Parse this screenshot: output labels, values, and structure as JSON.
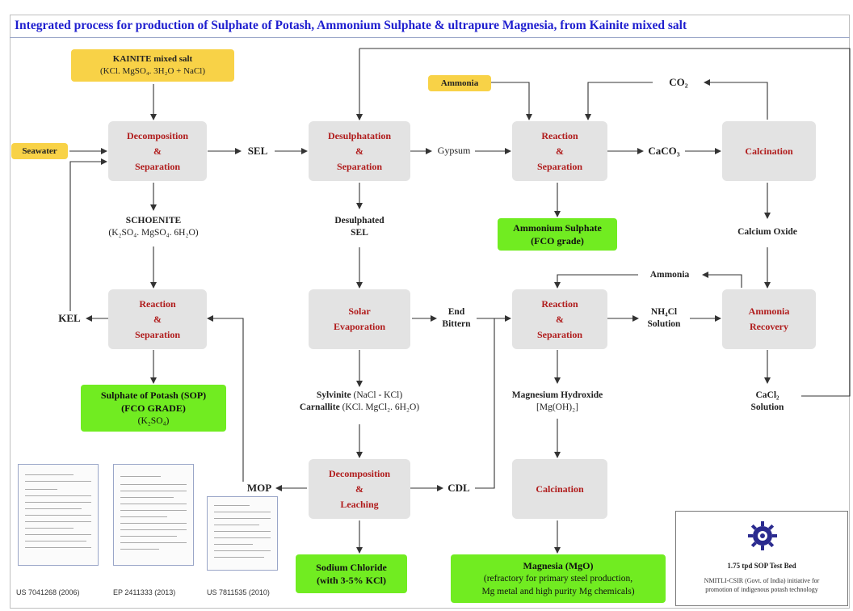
{
  "title": "Integrated process for production of Sulphate of Potash, Ammonium Sulphate & ultrapure Magnesia, from Kainite mixed salt",
  "colors": {
    "process_text": "#b01c1c",
    "title": "#1f1fcf",
    "feed_fill": "#f8d247",
    "product_fill": "#71ec21",
    "process_fill": "#e3e3e3"
  },
  "feeds": {
    "kainite_line1": "KAINITE mixed salt",
    "kainite_line2": "(KCl. MgSO₄. 3H₂O + NaCl)",
    "seawater": "Seawater",
    "ammonia": "Ammonia"
  },
  "processes": {
    "decomp_sep": [
      "Decomposition",
      "&",
      "Separation"
    ],
    "desulph_sep": [
      "Desulphatation",
      "&",
      "Separation"
    ],
    "reaction_sep_1": [
      "Reaction",
      "&",
      "Separation"
    ],
    "calcination_1": [
      "Calcination"
    ],
    "reaction_sep_2": [
      "Reaction",
      "&",
      "Separation"
    ],
    "solar_evap": [
      "Solar",
      "Evaporation"
    ],
    "reaction_sep_3": [
      "Reaction",
      "&",
      "Separation"
    ],
    "ammonia_recovery": [
      "Ammonia",
      "Recovery"
    ],
    "decomp_leach": [
      "Decomposition",
      "&",
      "Leaching"
    ],
    "calcination_2": [
      "Calcination"
    ]
  },
  "products": {
    "ammonium_sulphate": [
      "Ammonium Sulphate",
      "(FCO grade)"
    ],
    "sop": [
      "Sulphate of Potash (SOP)",
      "(FCO GRADE)",
      "(K₂SO₄)"
    ],
    "sodium_chloride": [
      "Sodium Chloride",
      "(with 3-5% KCl)"
    ],
    "magnesia_title": "Magnesia (MgO)",
    "magnesia_sub1": "(refractory for primary steel production,",
    "magnesia_sub2": "Mg metal and high purity Mg chemicals)"
  },
  "streams": {
    "sel": "SEL",
    "gypsum": "Gypsum",
    "caco3": "CaCO₃",
    "co2": "CO₂",
    "schoenite_name": "SCHOENITE",
    "schoenite_formula": "(K₂SO₄. MgSO₄. 6H₂O)",
    "desulph_sel_1": "Desulphated",
    "desulph_sel_2": "SEL",
    "calcium_oxide": "Calcium Oxide",
    "ammonia_recycle": "Ammonia",
    "kel": "KEL",
    "end_bittern_1": "End",
    "end_bittern_2": "Bittern",
    "nh4cl_1": "NH₄Cl",
    "nh4cl_2": "Solution",
    "sylvinite_name": "Sylvinite",
    "sylvinite_formula": "(NaCl - KCl)",
    "carnallite_name": "Carnallite",
    "carnallite_formula": "(KCl. MgCl₂. 6H₂O)",
    "mg_hydroxide_1": "Magnesium Hydroxide",
    "mg_hydroxide_2": "[Mg(OH)₂]",
    "cacl2_1": "CaCl₂",
    "cacl2_2": "Solution",
    "mop": "MOP",
    "cdl": "CDL"
  },
  "patents": [
    "US 7041268 (2006)",
    "EP 2411333 (2013)",
    "US 7811535 (2010)"
  ],
  "logo_card": {
    "line1": "1.75 tpd SOP Test Bed",
    "line2": "NMITLI-CSIR (Govt. of India) initiative for",
    "line3": "promotion of indigenous potash technology"
  }
}
